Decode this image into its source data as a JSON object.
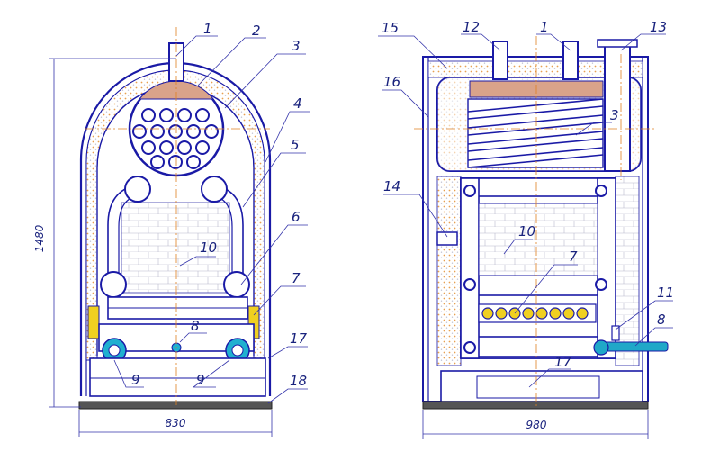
{
  "callouts_left": [
    "1",
    "2",
    "3",
    "4",
    "5",
    "6",
    "7",
    "8",
    "9",
    "9",
    "10",
    "17",
    "18"
  ],
  "callouts_right": [
    "15",
    "12",
    "1",
    "13",
    "16",
    "3",
    "14",
    "10",
    "7",
    "11",
    "8",
    "17"
  ],
  "dimensions": {
    "height_left": "1480",
    "width_left": "830",
    "width_right": "980"
  },
  "colors": {
    "line": "#1a1aa6",
    "axis": "#e08020",
    "insulation": "#e8a050",
    "wheel": "#20b0d0",
    "burner": "#f0d020",
    "bar": "#f0d020",
    "pipe": "#20a8c8"
  }
}
